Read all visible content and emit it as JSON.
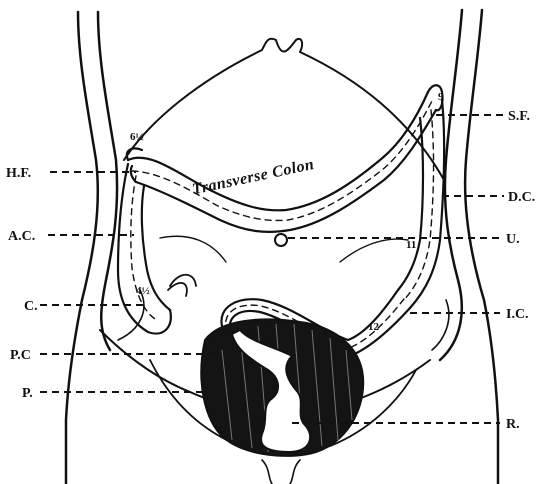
{
  "figure": {
    "colon_label": "Transverse Colon",
    "numbers": {
      "hepatic_top": "6½",
      "splenic_top": "9",
      "caecum_area": "4½",
      "iliac_region": "11",
      "sigmoid_region": "12"
    },
    "labels_left": {
      "hf": "H.F.",
      "ac": "A.C.",
      "c": "C.",
      "pc": "P.C",
      "p": "P."
    },
    "labels_right": {
      "sf": "S.F.",
      "dc": "D.C.",
      "u": "U.",
      "ic": "I.C.",
      "r": "R."
    }
  }
}
